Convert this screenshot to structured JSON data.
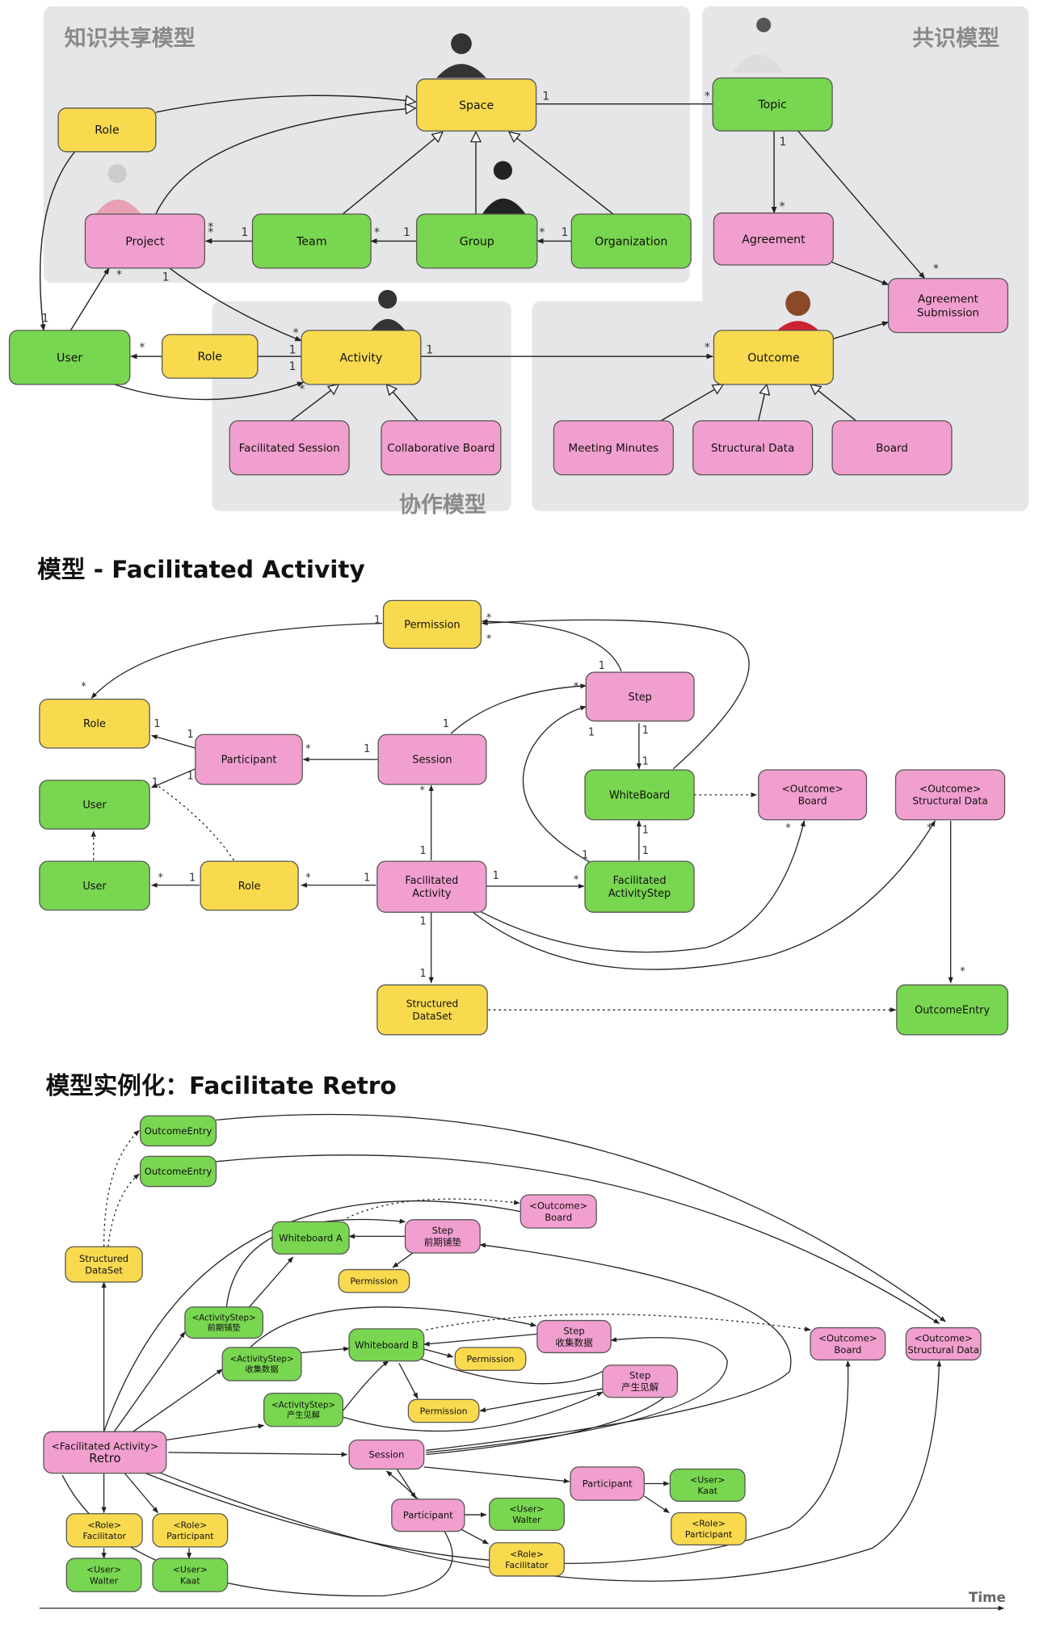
{
  "section1": {
    "groups": [
      {
        "id": "knowledge",
        "title": "知识共享模型"
      },
      {
        "id": "consensus",
        "title": "共识模型"
      },
      {
        "id": "collab",
        "title": "协作模型"
      }
    ],
    "nodes": [
      {
        "id": "s1_space",
        "text": "Space",
        "color": "yellow"
      },
      {
        "id": "s1_role_a",
        "text": "Role",
        "color": "yellow"
      },
      {
        "id": "s1_project",
        "text": "Project",
        "color": "pink"
      },
      {
        "id": "s1_team",
        "text": "Team",
        "color": "green"
      },
      {
        "id": "s1_group",
        "text": "Group",
        "color": "green"
      },
      {
        "id": "s1_org",
        "text": "Organization",
        "color": "green"
      },
      {
        "id": "s1_topic",
        "text": "Topic",
        "color": "green"
      },
      {
        "id": "s1_agreement",
        "text": "Agreement",
        "color": "pink"
      },
      {
        "id": "s1_agsub",
        "text": "Agreement\nSubmission",
        "color": "pink"
      },
      {
        "id": "s1_user",
        "text": "User",
        "color": "green"
      },
      {
        "id": "s1_role_b",
        "text": "Role",
        "color": "yellow"
      },
      {
        "id": "s1_activity",
        "text": "Activity",
        "color": "yellow"
      },
      {
        "id": "s1_outcome",
        "text": "Outcome",
        "color": "yellow"
      },
      {
        "id": "s1_facsess",
        "text": "Facilitated Session",
        "color": "pink"
      },
      {
        "id": "s1_collab",
        "text": "Collaborative Board",
        "color": "pink"
      },
      {
        "id": "s1_minutes",
        "text": "Meeting Minutes",
        "color": "pink"
      },
      {
        "id": "s1_struct",
        "text": "Structural Data",
        "color": "pink"
      },
      {
        "id": "s1_board",
        "text": "Board",
        "color": "pink"
      }
    ],
    "multiplicities": [
      "1",
      "*",
      "1",
      "*",
      "1",
      "*",
      "1",
      "*",
      "1",
      "*",
      "*",
      "1",
      "*",
      "1",
      "*",
      "1",
      "*",
      "1",
      "1",
      "*",
      "*",
      "*"
    ]
  },
  "section2": {
    "title": "模型 - Facilitated Activity",
    "nodes": [
      {
        "id": "s2_permission",
        "text": "Permission",
        "color": "yellow"
      },
      {
        "id": "s2_role",
        "text": "Role",
        "color": "yellow"
      },
      {
        "id": "s2_participant",
        "text": "Participant",
        "color": "pink"
      },
      {
        "id": "s2_session",
        "text": "Session",
        "color": "pink"
      },
      {
        "id": "s2_step",
        "text": "Step",
        "color": "pink"
      },
      {
        "id": "s2_user1",
        "text": "User",
        "color": "green"
      },
      {
        "id": "s2_whiteboard",
        "text": "WhiteBoard",
        "color": "green"
      },
      {
        "id": "s2_oboard",
        "text": "<Outcome>\nBoard",
        "color": "pink"
      },
      {
        "id": "s2_ostruct",
        "text": "<Outcome>\nStructural Data",
        "color": "pink"
      },
      {
        "id": "s2_user2",
        "text": "User",
        "color": "green"
      },
      {
        "id": "s2_role2",
        "text": "Role",
        "color": "yellow"
      },
      {
        "id": "s2_facact",
        "text": "Facilitated\nActivity",
        "color": "pink"
      },
      {
        "id": "s2_facstep",
        "text": "Facilitated\nActivityStep",
        "color": "green"
      },
      {
        "id": "s2_sds",
        "text": "Structured\nDataSet",
        "color": "yellow"
      },
      {
        "id": "s2_oentry",
        "text": "OutcomeEntry",
        "color": "green"
      }
    ],
    "multiplicities": [
      "1",
      "*",
      "*",
      "*",
      "1",
      "1",
      "*",
      "1",
      "1",
      "*",
      "1",
      "1",
      "1",
      "1",
      "1",
      "1",
      "*",
      "1",
      "*",
      "1",
      "*",
      "1",
      "*",
      "1",
      "1",
      "1",
      "1",
      "*",
      "*",
      "1",
      "1",
      "*"
    ]
  },
  "section3": {
    "title": "模型实例化：Facilitate Retro",
    "time_label": "Time",
    "nodes": [
      {
        "id": "s3_oe1",
        "text": "OutcomeEntry",
        "color": "green"
      },
      {
        "id": "s3_oe2",
        "text": "OutcomeEntry",
        "color": "green"
      },
      {
        "id": "s3_sds",
        "text": "Structured\nDataSet",
        "color": "yellow"
      },
      {
        "id": "s3_oboard_top",
        "text": "<Outcome>\nBoard",
        "color": "pink"
      },
      {
        "id": "s3_wba",
        "text": "Whiteboard A",
        "color": "green"
      },
      {
        "id": "s3_step1",
        "text": "Step\n前期铺垫",
        "color": "pink"
      },
      {
        "id": "s3_perm1",
        "text": "Permission",
        "color": "yellow"
      },
      {
        "id": "s3_as1",
        "text": "<ActivityStep>\n前期铺垫",
        "color": "green"
      },
      {
        "id": "s3_as2",
        "text": "<ActivityStep>\n收集数据",
        "color": "green"
      },
      {
        "id": "s3_wbb",
        "text": "Whiteboard B",
        "color": "green"
      },
      {
        "id": "s3_step2",
        "text": "Step\n收集数据",
        "color": "pink"
      },
      {
        "id": "s3_perm2",
        "text": "Permission",
        "color": "yellow"
      },
      {
        "id": "s3_oboard",
        "text": "<Outcome>\nBoard",
        "color": "pink"
      },
      {
        "id": "s3_ostruct",
        "text": "<Outcome>\nStructural Data",
        "color": "pink"
      },
      {
        "id": "s3_as3",
        "text": "<ActivityStep>\n产生见解",
        "color": "green"
      },
      {
        "id": "s3_step3",
        "text": "Step\n产生见解",
        "color": "pink"
      },
      {
        "id": "s3_perm3",
        "text": "Permission",
        "color": "yellow"
      },
      {
        "id": "s3_retro",
        "text": "<Facilitated Activity>\nRetro",
        "color": "pink"
      },
      {
        "id": "s3_session",
        "text": "Session",
        "color": "pink"
      },
      {
        "id": "s3_part1",
        "text": "Participant",
        "color": "pink"
      },
      {
        "id": "s3_user_kaat1",
        "text": "<User>\nKaat",
        "color": "green"
      },
      {
        "id": "s3_part2",
        "text": "Participant",
        "color": "pink"
      },
      {
        "id": "s3_user_walter1",
        "text": "<User>\nWalter",
        "color": "green"
      },
      {
        "id": "s3_role_part1",
        "text": "<Role>\nParticipant",
        "color": "yellow"
      },
      {
        "id": "s3_role_fac1",
        "text": "<Role>\nFacilitator",
        "color": "yellow"
      },
      {
        "id": "s3_role_fac2",
        "text": "<Role>\nFacilitator",
        "color": "yellow"
      },
      {
        "id": "s3_role_part2",
        "text": "<Role>\nParticipant",
        "color": "yellow"
      },
      {
        "id": "s3_user_walter2",
        "text": "<User>\nWalter",
        "color": "green"
      },
      {
        "id": "s3_user_kaat2",
        "text": "<User>\nKaat",
        "color": "green"
      }
    ]
  },
  "colors": {
    "yellow": "#f9da4f",
    "pink": "#f19fce",
    "green": "#79d650",
    "group_bg": "#e6e6e8",
    "line": "#222222",
    "group_title": "#8a8a8a"
  }
}
